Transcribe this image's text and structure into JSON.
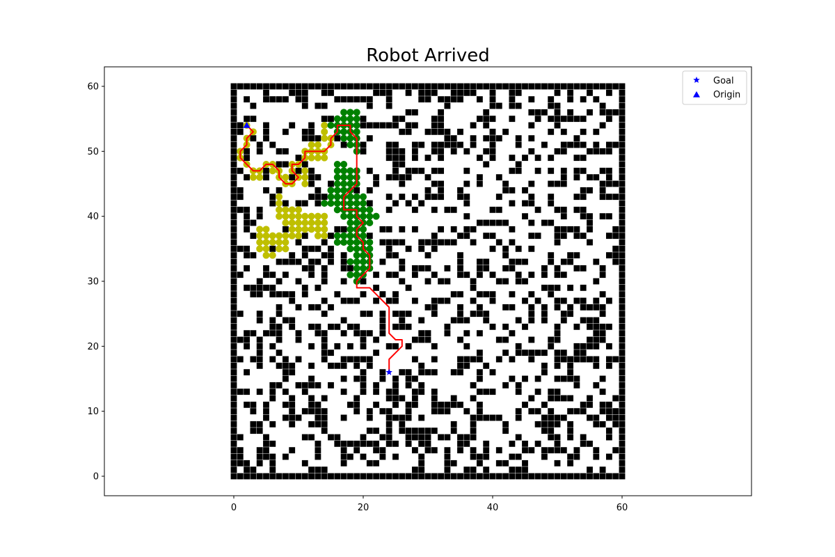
{
  "chart_data": {
    "type": "scatter",
    "title": "Robot Arrived",
    "xlabel": "",
    "ylabel": "",
    "xlim": [
      -20,
      80
    ],
    "ylim": [
      -3,
      63
    ],
    "xticks": [
      0,
      20,
      40,
      60
    ],
    "yticks": [
      0,
      10,
      20,
      30,
      40,
      50,
      60
    ],
    "grid": false,
    "legend_position": "top-right",
    "legend": [
      {
        "label": "Goal",
        "marker": "star",
        "color": "#0000ff"
      },
      {
        "label": "Origin",
        "marker": "triangle",
        "color": "#0000ff"
      }
    ],
    "grid_world": {
      "size": 61,
      "obstacle_color": "#000000",
      "obstacle_fraction_interior": 0.35
    },
    "origin": [
      2,
      54
    ],
    "goal": [
      24,
      16
    ],
    "colors": {
      "path": "#ff0000",
      "goal_side_search": "#008000",
      "origin_side_search": "#bfbf00",
      "marker": "#0000ff"
    },
    "path": [
      [
        2,
        54
      ],
      [
        3,
        53
      ],
      [
        2,
        52
      ],
      [
        2,
        51
      ],
      [
        1,
        50
      ],
      [
        1,
        49
      ],
      [
        2,
        48
      ],
      [
        3,
        47
      ],
      [
        4,
        47
      ],
      [
        5,
        48
      ],
      [
        6,
        48
      ],
      [
        7,
        47
      ],
      [
        7,
        46
      ],
      [
        8,
        45
      ],
      [
        9,
        45
      ],
      [
        10,
        46
      ],
      [
        9,
        47
      ],
      [
        9,
        48
      ],
      [
        10,
        48
      ],
      [
        11,
        49
      ],
      [
        11,
        50
      ],
      [
        12,
        50
      ],
      [
        13,
        50
      ],
      [
        14,
        50
      ],
      [
        15,
        51
      ],
      [
        15,
        52
      ],
      [
        16,
        53
      ],
      [
        16,
        54
      ],
      [
        17,
        54
      ],
      [
        18,
        54
      ],
      [
        18,
        53
      ],
      [
        19,
        52
      ],
      [
        19,
        51
      ],
      [
        19,
        50
      ],
      [
        19,
        49
      ],
      [
        19,
        48
      ],
      [
        19,
        47
      ],
      [
        19,
        46
      ],
      [
        19,
        45
      ],
      [
        18,
        44
      ],
      [
        17,
        43
      ],
      [
        17,
        42
      ],
      [
        17,
        41
      ],
      [
        18,
        41
      ],
      [
        19,
        41
      ],
      [
        19,
        40
      ],
      [
        20,
        39
      ],
      [
        19,
        38
      ],
      [
        19,
        37
      ],
      [
        20,
        36
      ],
      [
        20,
        35
      ],
      [
        21,
        34
      ],
      [
        21,
        33
      ],
      [
        21,
        32
      ],
      [
        20,
        31
      ],
      [
        19,
        30
      ],
      [
        19,
        29
      ],
      [
        20,
        29
      ],
      [
        21,
        29
      ],
      [
        22,
        28
      ],
      [
        23,
        27
      ],
      [
        24,
        26
      ],
      [
        24,
        25
      ],
      [
        24,
        24
      ],
      [
        24,
        23
      ],
      [
        24,
        22
      ],
      [
        25,
        21
      ],
      [
        26,
        21
      ],
      [
        26,
        20
      ],
      [
        25,
        19
      ],
      [
        24,
        18
      ],
      [
        24,
        17
      ],
      [
        24,
        16
      ]
    ],
    "search_origin_side": [
      [
        2,
        54
      ],
      [
        3,
        53
      ],
      [
        2,
        52
      ],
      [
        2,
        51
      ],
      [
        1,
        50
      ],
      [
        1,
        49
      ],
      [
        2,
        48
      ],
      [
        3,
        47
      ],
      [
        3,
        46
      ],
      [
        4,
        46
      ],
      [
        4,
        47
      ],
      [
        5,
        48
      ],
      [
        6,
        48
      ],
      [
        6,
        47
      ],
      [
        7,
        47
      ],
      [
        7,
        46
      ],
      [
        8,
        45
      ],
      [
        8,
        46
      ],
      [
        9,
        45
      ],
      [
        10,
        46
      ],
      [
        11,
        46
      ],
      [
        11,
        45
      ],
      [
        9,
        47
      ],
      [
        9,
        48
      ],
      [
        10,
        48
      ],
      [
        11,
        47
      ],
      [
        11,
        49
      ],
      [
        12,
        49
      ],
      [
        11,
        50
      ],
      [
        12,
        50
      ],
      [
        12,
        51
      ],
      [
        13,
        50
      ],
      [
        13,
        51
      ],
      [
        14,
        50
      ],
      [
        13,
        49
      ],
      [
        14,
        49
      ],
      [
        15,
        51
      ],
      [
        15,
        52
      ],
      [
        14,
        53
      ],
      [
        14,
        52
      ],
      [
        14,
        54
      ],
      [
        7,
        43
      ],
      [
        7,
        42
      ],
      [
        7,
        41
      ],
      [
        8,
        41
      ],
      [
        9,
        41
      ],
      [
        10,
        41
      ],
      [
        7,
        40
      ],
      [
        8,
        40
      ],
      [
        9,
        40
      ],
      [
        10,
        40
      ],
      [
        11,
        40
      ],
      [
        12,
        40
      ],
      [
        13,
        40
      ],
      [
        14,
        40
      ],
      [
        8,
        39
      ],
      [
        9,
        39
      ],
      [
        10,
        39
      ],
      [
        11,
        39
      ],
      [
        12,
        39
      ],
      [
        13,
        39
      ],
      [
        14,
        39
      ],
      [
        9,
        38
      ],
      [
        10,
        38
      ],
      [
        11,
        38
      ],
      [
        12,
        38
      ],
      [
        13,
        38
      ],
      [
        14,
        38
      ],
      [
        4,
        38
      ],
      [
        5,
        38
      ],
      [
        9,
        37
      ],
      [
        10,
        37
      ],
      [
        13,
        37
      ],
      [
        14,
        37
      ],
      [
        4,
        37
      ],
      [
        5,
        37
      ],
      [
        6,
        37
      ],
      [
        7,
        37
      ],
      [
        8,
        37
      ],
      [
        4,
        36
      ],
      [
        5,
        36
      ],
      [
        6,
        36
      ],
      [
        7,
        36
      ],
      [
        8,
        36
      ],
      [
        4,
        35
      ],
      [
        5,
        35
      ],
      [
        7,
        35
      ],
      [
        8,
        35
      ],
      [
        5,
        34
      ],
      [
        6,
        34
      ]
    ],
    "search_goal_side": [
      [
        17,
        56
      ],
      [
        18,
        56
      ],
      [
        19,
        56
      ],
      [
        16,
        55
      ],
      [
        17,
        55
      ],
      [
        18,
        55
      ],
      [
        19,
        55
      ],
      [
        15,
        54
      ],
      [
        16,
        54
      ],
      [
        17,
        54
      ],
      [
        18,
        54
      ],
      [
        19,
        54
      ],
      [
        16,
        53
      ],
      [
        17,
        53
      ],
      [
        18,
        53
      ],
      [
        19,
        53
      ],
      [
        17,
        52
      ],
      [
        18,
        52
      ],
      [
        19,
        52
      ],
      [
        18,
        51
      ],
      [
        19,
        51
      ],
      [
        19,
        50
      ],
      [
        16,
        48
      ],
      [
        17,
        48
      ],
      [
        16,
        47
      ],
      [
        17,
        47
      ],
      [
        18,
        47
      ],
      [
        19,
        47
      ],
      [
        16,
        46
      ],
      [
        17,
        46
      ],
      [
        18,
        46
      ],
      [
        19,
        46
      ],
      [
        16,
        45
      ],
      [
        17,
        45
      ],
      [
        18,
        45
      ],
      [
        19,
        45
      ],
      [
        15,
        44
      ],
      [
        16,
        44
      ],
      [
        17,
        44
      ],
      [
        18,
        44
      ],
      [
        15,
        43
      ],
      [
        16,
        43
      ],
      [
        17,
        43
      ],
      [
        18,
        43
      ],
      [
        19,
        43
      ],
      [
        20,
        43
      ],
      [
        14,
        42
      ],
      [
        15,
        42
      ],
      [
        16,
        42
      ],
      [
        17,
        42
      ],
      [
        18,
        42
      ],
      [
        19,
        42
      ],
      [
        20,
        42
      ],
      [
        16,
        41
      ],
      [
        17,
        41
      ],
      [
        18,
        41
      ],
      [
        19,
        41
      ],
      [
        20,
        41
      ],
      [
        21,
        41
      ],
      [
        17,
        40
      ],
      [
        18,
        40
      ],
      [
        19,
        40
      ],
      [
        20,
        40
      ],
      [
        21,
        40
      ],
      [
        22,
        40
      ],
      [
        18,
        39
      ],
      [
        19,
        39
      ],
      [
        20,
        39
      ],
      [
        21,
        39
      ],
      [
        18,
        38
      ],
      [
        19,
        38
      ],
      [
        20,
        38
      ],
      [
        16,
        37
      ],
      [
        17,
        37
      ],
      [
        18,
        37
      ],
      [
        19,
        37
      ],
      [
        20,
        37
      ],
      [
        16,
        36
      ],
      [
        17,
        36
      ],
      [
        18,
        36
      ],
      [
        19,
        36
      ],
      [
        20,
        36
      ],
      [
        21,
        36
      ],
      [
        18,
        35
      ],
      [
        19,
        35
      ],
      [
        20,
        35
      ],
      [
        21,
        35
      ],
      [
        19,
        34
      ],
      [
        20,
        34
      ],
      [
        21,
        34
      ],
      [
        18,
        33
      ],
      [
        19,
        33
      ],
      [
        20,
        33
      ],
      [
        21,
        33
      ],
      [
        19,
        32
      ],
      [
        20,
        32
      ],
      [
        21,
        32
      ],
      [
        18,
        31
      ],
      [
        19,
        31
      ],
      [
        20,
        31
      ],
      [
        19,
        30
      ]
    ]
  }
}
